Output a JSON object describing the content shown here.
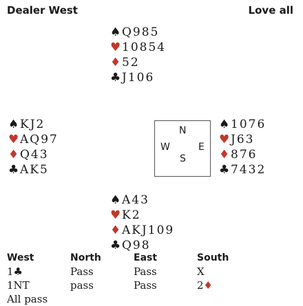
{
  "header": {
    "dealer": "Dealer West",
    "vulnerability": "Love all"
  },
  "suits": [
    {
      "key": "spades",
      "glyph": "♠",
      "color": "#1a1a1a"
    },
    {
      "key": "hearts",
      "glyph": "♥",
      "color": "#c0392b"
    },
    {
      "key": "diamonds",
      "glyph": "♦",
      "color": "#c0392b"
    },
    {
      "key": "clubs",
      "glyph": "♣",
      "color": "#1a1a1a"
    }
  ],
  "hands": {
    "north": {
      "spades": "Q985",
      "hearts": "10854",
      "diamonds": "52",
      "clubs": "J106"
    },
    "west": {
      "spades": "KJ2",
      "hearts": "AQ97",
      "diamonds": "Q43",
      "clubs": "AK5"
    },
    "east": {
      "spades": "1076",
      "hearts": "J63",
      "diamonds": "876",
      "clubs": "7432"
    },
    "south": {
      "spades": "A43",
      "hearts": "K2",
      "diamonds": "AKJ109",
      "clubs": "Q98"
    }
  },
  "compass": {
    "n": "N",
    "w": "W",
    "e": "E",
    "s": "S"
  },
  "auction": {
    "headers": [
      "West",
      "North",
      "East",
      "South"
    ],
    "rows": [
      [
        "1♣",
        "Pass",
        "Pass",
        "X"
      ],
      [
        "1NT",
        "pass",
        "Pass",
        "2♦"
      ],
      [
        "All pass",
        "",
        "",
        ""
      ]
    ]
  }
}
